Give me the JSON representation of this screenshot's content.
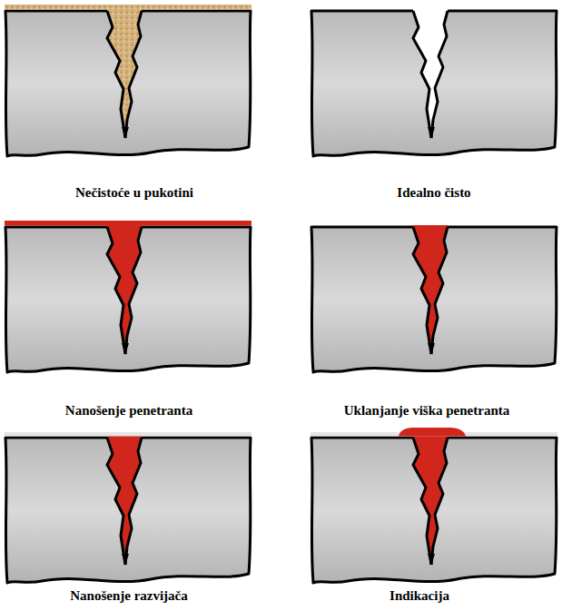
{
  "diagram": {
    "labels": [
      "Nečistoće u pukotini",
      "Idealno čisto",
      "Nanošenje penetranta",
      "Uklanjanje viška penetranta",
      "Nanošenje razvijača",
      "Indikacija"
    ]
  }
}
